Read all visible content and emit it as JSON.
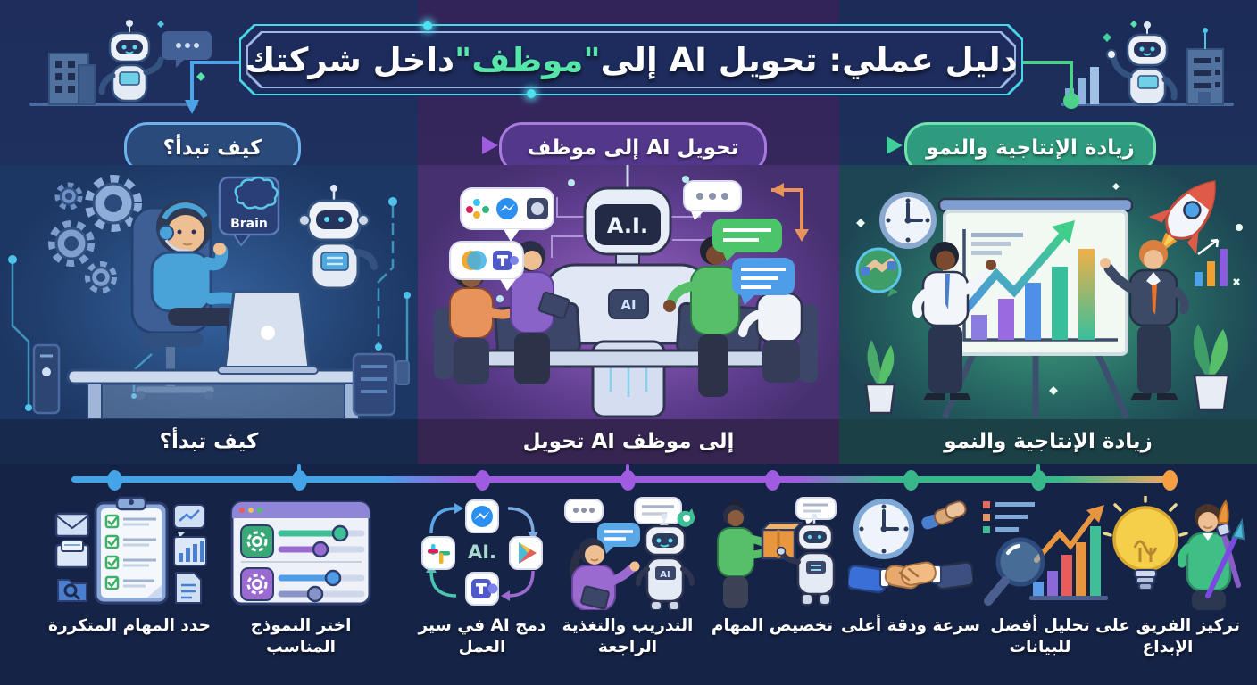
{
  "title": {
    "prefix": "دليل عملي: تحويل AI إلى ",
    "highlight": "\"موظف\"",
    "suffix": " داخل شركتك"
  },
  "stages": [
    {
      "label": "كيف تبدأ؟",
      "accent": "#4da3e8"
    },
    {
      "label": "تحويل AI إلى موظف",
      "accent": "#a05ce0"
    },
    {
      "label": "زيادة الإنتاجية والنمو",
      "accent": "#3ecf9a"
    }
  ],
  "labels": {
    "brain": "Brain",
    "ai_face": "A.I.",
    "ai_chest": "AI",
    "ai_cycle": "AI."
  },
  "timeline": {
    "steps": [
      {
        "label": "حدد المهام المتكررة",
        "dot_color": "#45a3e8",
        "icon": "checklist-icon"
      },
      {
        "label": "اختر النموذج المناسب",
        "dot_color": "#45a3e8",
        "icon": "model-picker-icon"
      },
      {
        "label": "دمج AI في سير العمل",
        "dot_color": "#a05ce0",
        "icon": "integrations-icon"
      },
      {
        "label": "التدريب والتغذية الراجعة",
        "dot_color": "#a05ce0",
        "icon": "training-feedback-icon"
      },
      {
        "label": "تخصيص المهام",
        "dot_color": "#a05ce0",
        "icon": "assign-tasks-icon"
      },
      {
        "label": "سرعة ودقة أعلى",
        "dot_color": "#38b88a",
        "icon": "speed-accuracy-icon"
      },
      {
        "label": "تحليل أفضل للبيانات",
        "dot_color": "#38b88a",
        "icon": "data-analysis-icon"
      },
      {
        "label": "تركيز الفريق على الإبداع",
        "dot_color": "#f59e42",
        "icon": "creativity-icon"
      }
    ]
  },
  "colors": {
    "banner_border": "#49d6e8",
    "highlight_green": "#57e6a9",
    "accent_blue": "#45a3e8",
    "accent_purple": "#a05ce0",
    "accent_green": "#3ecf9a",
    "accent_orange": "#f59e42"
  }
}
